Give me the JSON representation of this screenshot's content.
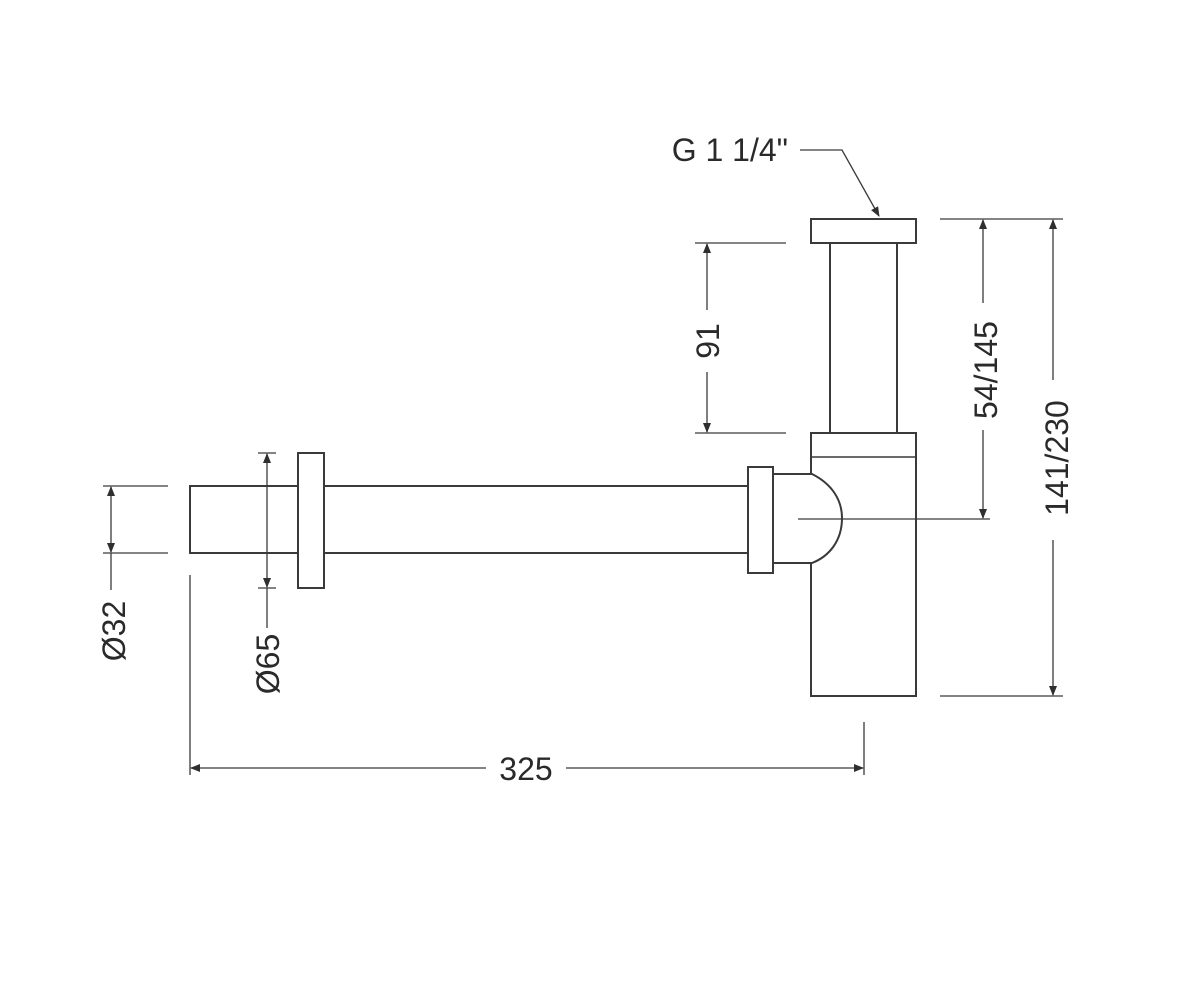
{
  "labels": {
    "thread": "G 1 1/4\"",
    "tube_height": "91",
    "outlet_height": "54/145",
    "total_height": "141/230",
    "outlet_diameter": "Ø32",
    "flange_diameter": "Ø65",
    "length": "325"
  },
  "colors": {
    "line": "#3a3a3a",
    "text": "#2a2a2a",
    "background": "#ffffff"
  }
}
